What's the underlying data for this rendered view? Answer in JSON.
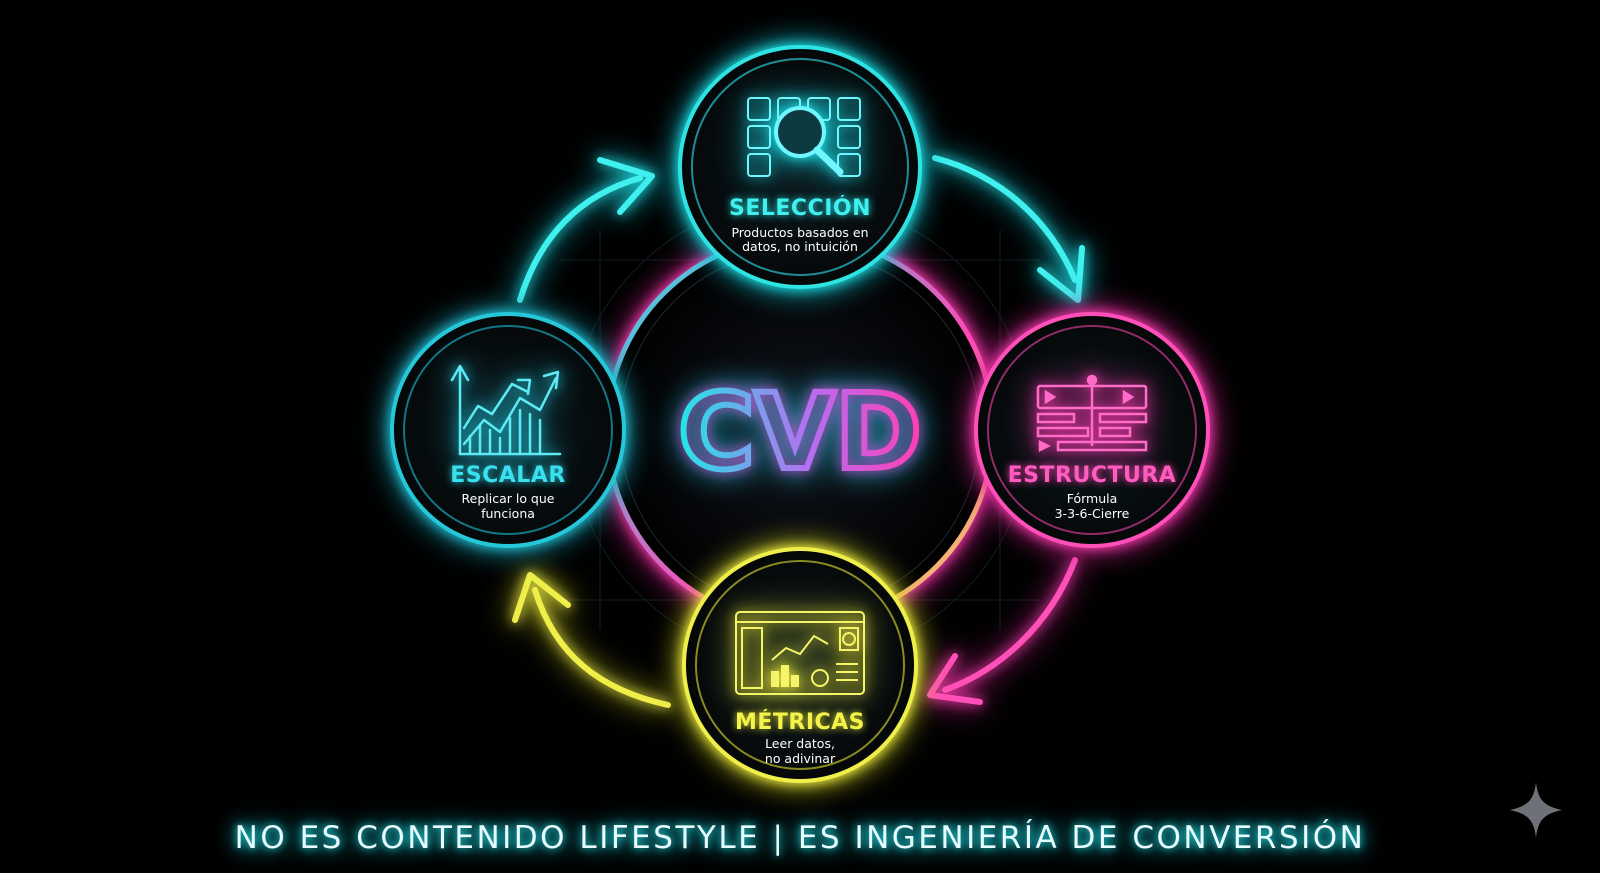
{
  "center": {
    "label": "CVD"
  },
  "nodes": {
    "seleccion": {
      "title": "SELECCIÓN",
      "subtitle_line1": "Productos basados en",
      "subtitle_line2": "datos, no intuición",
      "icon": "magnifier-grid-icon",
      "color": "#2fe3e3"
    },
    "estructura": {
      "title": "ESTRUCTURA",
      "subtitle_line1": "Fórmula",
      "subtitle_line2": "3-3-6-Cierre",
      "icon": "timeline-editor-icon",
      "color": "#ff4fb8"
    },
    "metricas": {
      "title": "MÉTRICAS",
      "subtitle_line1": "Leer datos,",
      "subtitle_line2": "no adivinar",
      "icon": "dashboard-icon",
      "color": "#f0ef4a"
    },
    "escalar": {
      "title": "ESCALAR",
      "subtitle_line1": "Replicar lo que",
      "subtitle_line2": "funciona",
      "icon": "growth-chart-icon",
      "color": "#2fd3e0"
    }
  },
  "footer": {
    "text": "NO ES CONTENIDO LIFESTYLE | ES INGENIERÍA DE CONVERSIÓN"
  },
  "colors": {
    "background": "#000000",
    "cyan": "#21e6e6",
    "pink": "#ff3fb4",
    "yellow": "#f3f34a",
    "teal": "#26c7d9"
  }
}
